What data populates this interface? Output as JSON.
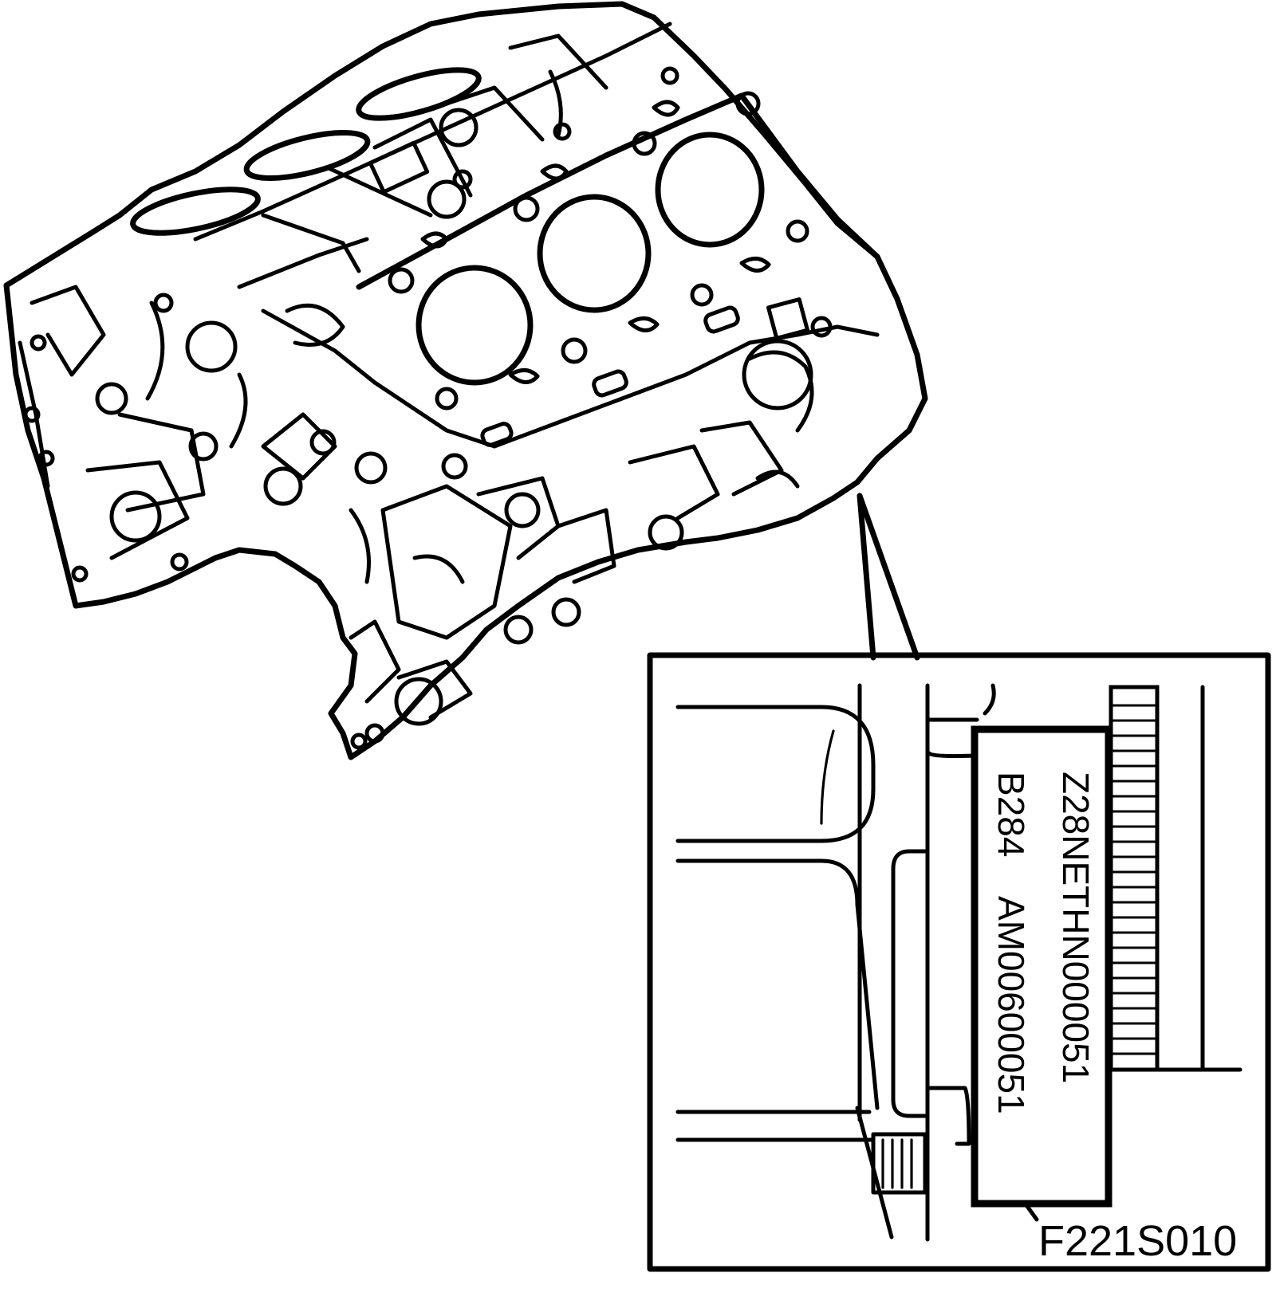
{
  "figure_code": "F221S010",
  "engine_plate": {
    "line1": "Z28NETHN000051",
    "line2": "B284    AM00600051"
  }
}
